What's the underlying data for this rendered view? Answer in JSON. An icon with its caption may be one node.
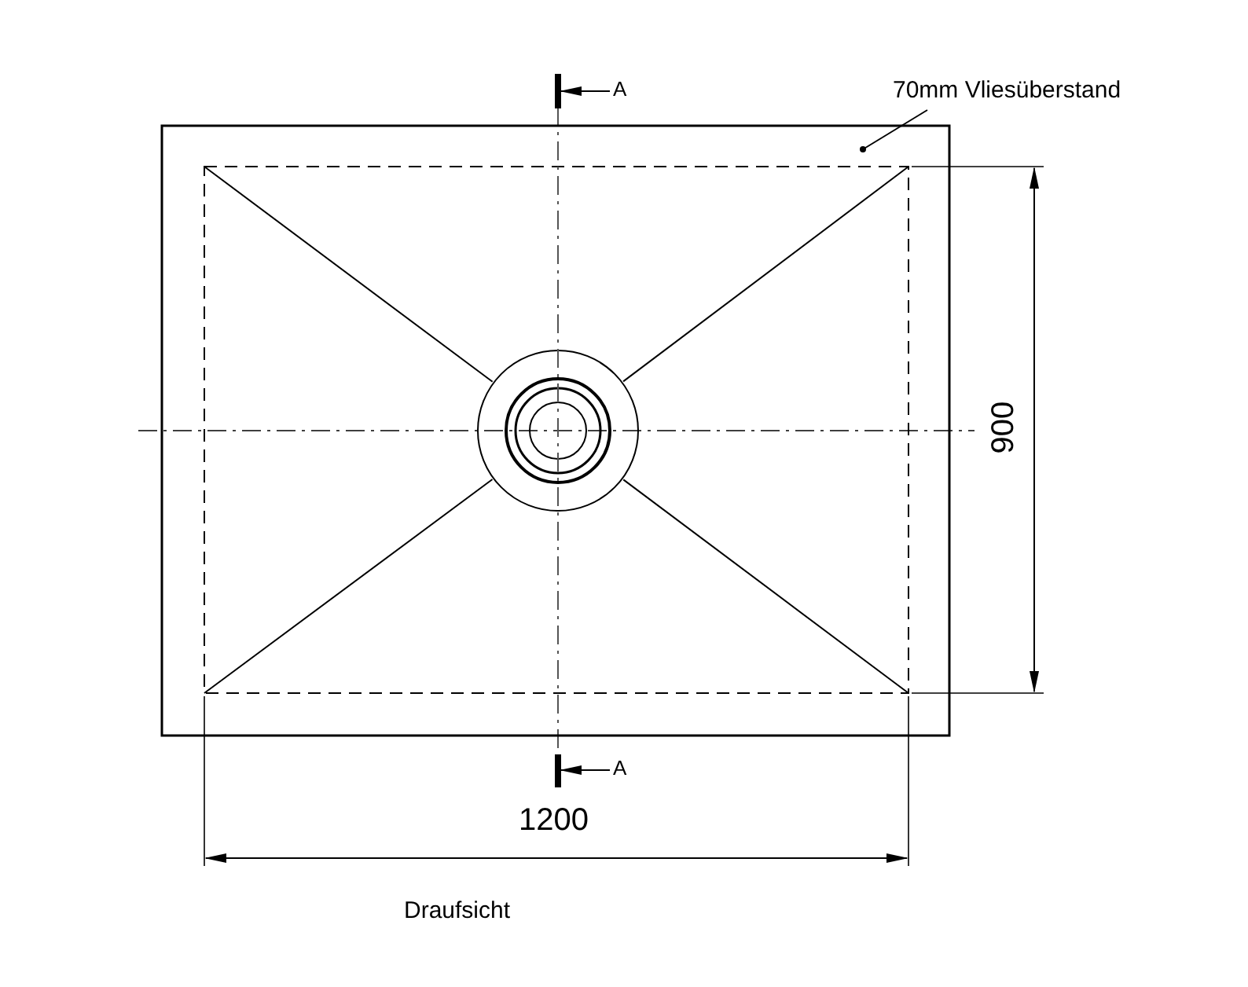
{
  "diagram": {
    "caption": "Draufsicht",
    "nodes": [
      {
        "text": [
          "70mm Vliesüberstand"
        ]
      },
      {
        "text": [],
        "shape": "box"
      }
    ],
    "edges": [
      {
        "from": 0,
        "to": 1,
        "arrow": "other"
      }
    ],
    "labels": [
      "A",
      "A",
      "900",
      "1200"
    ]
  }
}
